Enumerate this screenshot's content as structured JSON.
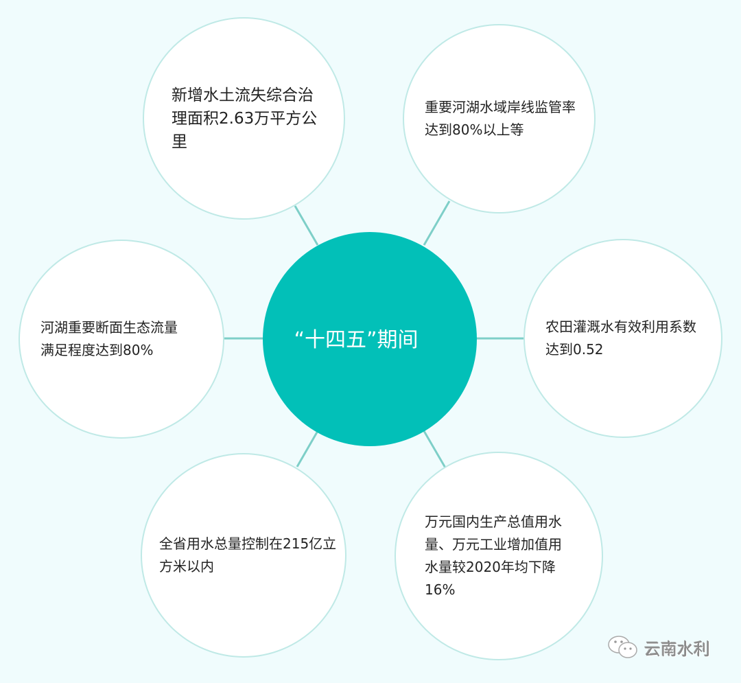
{
  "center": {
    "label": "“十四五”期间"
  },
  "nodes": [
    {
      "text": "新增水土流失综合治理面积2.63万平方公里"
    },
    {
      "text": "重要河湖水域岸线监管率达到80%以上等"
    },
    {
      "text": "河湖重要断面生态流量满足程度达到80%"
    },
    {
      "text": "农田灌溉水有效利用系数达到0.52"
    },
    {
      "text": "全省用水总量控制在215亿立方米以内"
    },
    {
      "text": "万元国内生产总值用水量、万元工业增加值用水量较2020年均下降16%"
    }
  ],
  "watermark": {
    "text": "云南水利"
  },
  "colors": {
    "center": "#02c0b8",
    "line": "#7ecfc8",
    "outline": "#bfe9e6",
    "background": "#f0fcfd"
  }
}
